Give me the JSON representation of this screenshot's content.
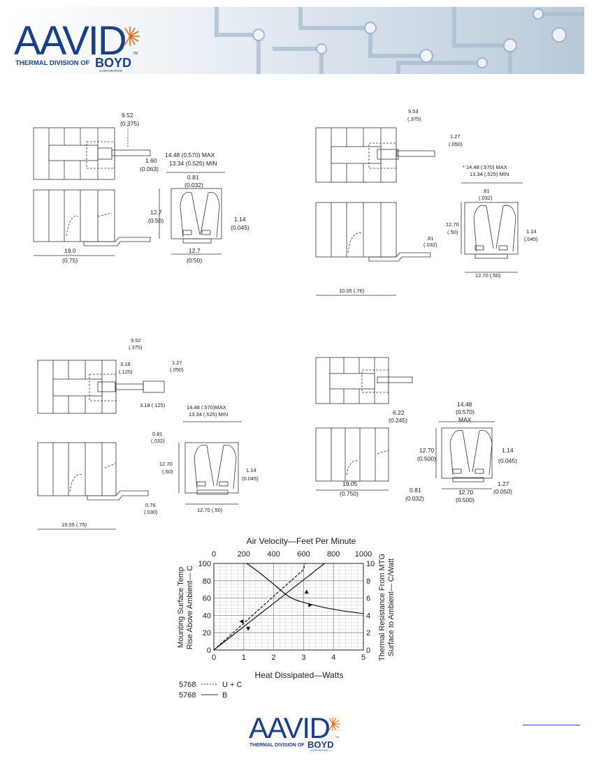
{
  "header": {
    "logo_text": "AAVID",
    "division_text": "THERMAL DIVISION OF",
    "parent_text": "BOYD",
    "parent_sub": "CORPORATION",
    "tm": "TM"
  },
  "drawing_1": {
    "dim_a": [
      "9.52",
      "(0.375)"
    ],
    "dim_b": [
      "1.60",
      "(0.063)"
    ],
    "dim_c": [
      "14.48 (0.570) MAX",
      "13.34 (0.525) MIN"
    ],
    "dim_d": [
      "0.81",
      "(0.032)"
    ],
    "dim_e": [
      "12.7",
      "(0.50)"
    ],
    "dim_f": [
      "1.14",
      "(0.045)"
    ],
    "dim_g": [
      "12.7",
      "(0.50)"
    ],
    "dim_h": [
      "19.0",
      "(0.75)"
    ]
  },
  "drawing_2": {
    "dim_a": [
      "9.53",
      "(.375)"
    ],
    "dim_b": [
      "1.27",
      "(.050)"
    ],
    "dim_c": [
      "* 14.48 (.570) MAX",
      "13.34 (.525) MIN"
    ],
    "dim_d": [
      ".81",
      "(.032)"
    ],
    "dim_e": [
      "12.70",
      "(.50)"
    ],
    "dim_f": [
      "1.14",
      "(.045)"
    ],
    "dim_g": [
      ".81",
      "(.032)"
    ],
    "dim_h": "12.70 (.50)",
    "dim_i": "10.05 (.76)"
  },
  "drawing_3": {
    "dim_a": [
      "9.52",
      "(.375)"
    ],
    "dim_b": [
      "3.18",
      "(.125)"
    ],
    "dim_c": [
      "1.27",
      "(.050)"
    ],
    "dim_d": "3.18 (.125)",
    "dim_e": [
      "14.48 (.570)MAX",
      "13.34 (.525) MIN"
    ],
    "dim_f": [
      "0.81",
      "(.032)"
    ],
    "dim_g": [
      "12.70",
      "(.50)"
    ],
    "dim_h": [
      "1.14",
      "(0.045)"
    ],
    "dim_i": [
      "0.76",
      "(.030)"
    ],
    "dim_j": "12.70 (.50)",
    "dim_k": "19.05 (.75)"
  },
  "drawing_4": {
    "dim_a": [
      "6.22",
      "(0.245)"
    ],
    "dim_b": [
      "14.48",
      "(0.570)",
      "MAX"
    ],
    "dim_c": [
      "12.70",
      "(0.500)"
    ],
    "dim_d": [
      "1.14",
      "(0.045)"
    ],
    "dim_e": [
      "1.27",
      "(0.050)"
    ],
    "dim_f": [
      "12.70",
      "(0.500)"
    ],
    "dim_g": [
      "19.05",
      "(0.750)"
    ],
    "dim_h": [
      "0.81",
      "(0.032)"
    ]
  },
  "chart_data": {
    "type": "line",
    "title": "Air Velocity—Feet Per Minute",
    "xlabel": "Heat Dissipated—Watts",
    "ylabel": [
      "Mounting Surface Temp",
      "Rise Above Ambient— C"
    ],
    "y2label": [
      "Thermal Resistance From MTG",
      "Surface to Ambient— C/Watt"
    ],
    "x_ticks": [
      "0",
      "1",
      "2",
      "3",
      "4",
      "5"
    ],
    "y_ticks": [
      "0",
      "20",
      "40",
      "60",
      "80",
      "100"
    ],
    "x2_ticks": [
      "0",
      "200",
      "400",
      "600",
      "800",
      "1000"
    ],
    "y2_ticks": [
      "0",
      "2",
      "4",
      "6",
      "8",
      "10"
    ],
    "xlim": [
      0,
      5
    ],
    "ylim": [
      0,
      100
    ],
    "x2lim": [
      0,
      1000
    ],
    "y2lim": [
      0,
      10
    ],
    "grid": true,
    "series": [
      {
        "name": "U + C",
        "axis": "primary",
        "style": "dashed",
        "x": [
          0,
          1,
          2,
          3,
          3.05
        ],
        "y": [
          0,
          31,
          62,
          93,
          100
        ]
      },
      {
        "name": "B",
        "axis": "primary",
        "style": "solid",
        "x": [
          0,
          1,
          2,
          3,
          3.7
        ],
        "y": [
          0,
          27,
          54,
          81,
          100
        ]
      },
      {
        "name": "thermal-resistance",
        "axis": "secondary",
        "style": "solid",
        "x": [
          220,
          300,
          400,
          500,
          600,
          800,
          1000
        ],
        "y": [
          10,
          9.0,
          7.6,
          6.2,
          5.5,
          4.7,
          4.2
        ]
      }
    ],
    "legend": [
      {
        "code": "5768",
        "style": "dashed",
        "label": "U + C"
      },
      {
        "code": "5768",
        "style": "solid",
        "label": "B"
      }
    ]
  },
  "footer": {
    "logo_text": "AAVID",
    "division_text": "THERMAL DIVISION OF",
    "parent_text": "BOYD",
    "parent_sub": "CORPORATION",
    "tm": "TM"
  },
  "colors": {
    "logo_blue": "#1c3f8c",
    "sunburst": "#e8691b",
    "header_band": "#c9d6e4",
    "link": "#1a45ff"
  }
}
